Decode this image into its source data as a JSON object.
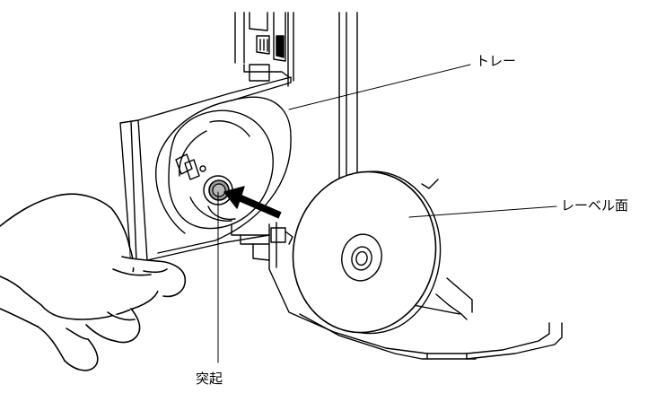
{
  "labels": {
    "tray": "トレー",
    "label_side": "レーベル面",
    "protrusion": "突起"
  },
  "colors": {
    "line": "#000000",
    "background": "#ffffff"
  }
}
